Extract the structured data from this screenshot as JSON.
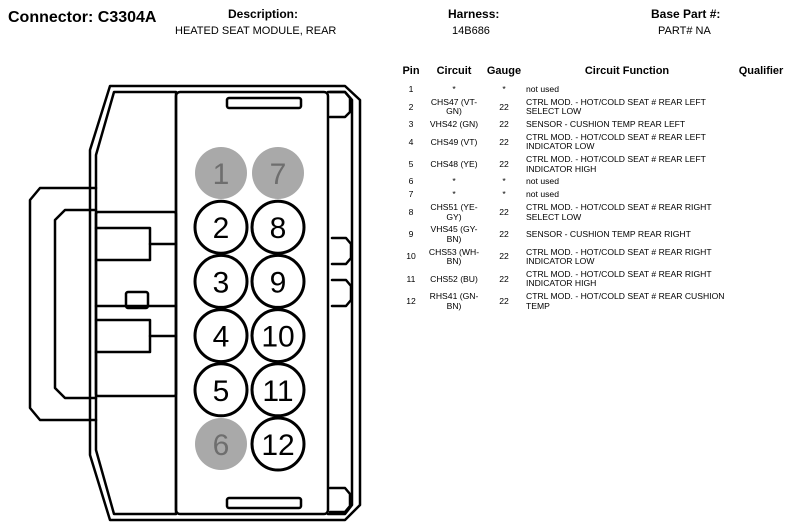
{
  "header": {
    "connector_label": "Connector:",
    "connector_id": "C3304A",
    "description_label": "Description:",
    "description_value": "HEATED SEAT MODULE, REAR",
    "harness_label": "Harness:",
    "harness_value": "14B686",
    "base_part_label": "Base Part #:",
    "base_part_value": "PART# NA"
  },
  "connector_pins": [
    {
      "number": "1",
      "used": false
    },
    {
      "number": "7",
      "used": false
    },
    {
      "number": "2",
      "used": true
    },
    {
      "number": "8",
      "used": true
    },
    {
      "number": "3",
      "used": true
    },
    {
      "number": "9",
      "used": true
    },
    {
      "number": "4",
      "used": true
    },
    {
      "number": "10",
      "used": true
    },
    {
      "number": "5",
      "used": true
    },
    {
      "number": "11",
      "used": true
    },
    {
      "number": "6",
      "used": false
    },
    {
      "number": "12",
      "used": true
    }
  ],
  "colors": {
    "unused_pin_fill": "#a9a9a9",
    "used_pin_fill": "#ffffff",
    "outline": "#000000"
  },
  "table": {
    "headers": {
      "pin": "Pin",
      "circuit": "Circuit",
      "gauge": "Gauge",
      "function": "Circuit Function",
      "qualifier": "Qualifier"
    },
    "rows": [
      {
        "pin": "1",
        "circuit": "*",
        "gauge": "*",
        "function": "not used",
        "qualifier": ""
      },
      {
        "pin": "2",
        "circuit": "CHS47 (VT-GN)",
        "gauge": "22",
        "function": "CTRL MOD. - HOT/COLD SEAT # REAR LEFT SELECT LOW",
        "qualifier": ""
      },
      {
        "pin": "3",
        "circuit": "VHS42 (GN)",
        "gauge": "22",
        "function": "SENSOR - CUSHION TEMP REAR LEFT",
        "qualifier": ""
      },
      {
        "pin": "4",
        "circuit": "CHS49 (VT)",
        "gauge": "22",
        "function": "CTRL MOD. - HOT/COLD SEAT # REAR LEFT INDICATOR LOW",
        "qualifier": ""
      },
      {
        "pin": "5",
        "circuit": "CHS48 (YE)",
        "gauge": "22",
        "function": "CTRL MOD. - HOT/COLD SEAT # REAR LEFT INDICATOR HIGH",
        "qualifier": ""
      },
      {
        "pin": "6",
        "circuit": "*",
        "gauge": "*",
        "function": "not used",
        "qualifier": ""
      },
      {
        "pin": "7",
        "circuit": "*",
        "gauge": "*",
        "function": "not used",
        "qualifier": ""
      },
      {
        "pin": "8",
        "circuit": "CHS51 (YE-GY)",
        "gauge": "22",
        "function": "CTRL MOD. - HOT/COLD SEAT # REAR RIGHT SELECT LOW",
        "qualifier": ""
      },
      {
        "pin": "9",
        "circuit": "VHS45 (GY-BN)",
        "gauge": "22",
        "function": "SENSOR - CUSHION TEMP REAR RIGHT",
        "qualifier": ""
      },
      {
        "pin": "10",
        "circuit": "CHS53 (WH-BN)",
        "gauge": "22",
        "function": "CTRL MOD. - HOT/COLD SEAT # REAR RIGHT INDICATOR LOW",
        "qualifier": ""
      },
      {
        "pin": "11",
        "circuit": "CHS52 (BU)",
        "gauge": "22",
        "function": "CTRL MOD. - HOT/COLD SEAT # REAR RIGHT INDICATOR HIGH",
        "qualifier": ""
      },
      {
        "pin": "12",
        "circuit": "RHS41 (GN-BN)",
        "gauge": "22",
        "function": "CTRL MOD. - HOT/COLD SEAT # REAR CUSHION TEMP",
        "qualifier": ""
      }
    ]
  }
}
